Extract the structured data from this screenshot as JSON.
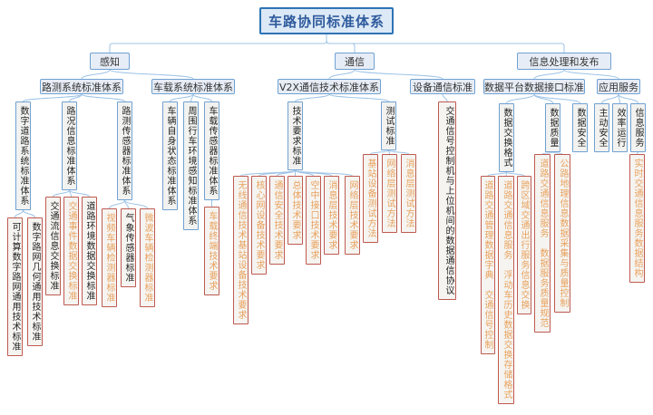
{
  "diagram": {
    "title": "车路协同标准体系",
    "colors": {
      "title_fill": "#DCE9F6",
      "title_border": "#2E74B5",
      "title_text": "#2F5B9D",
      "blue_border": "#6FA1D2",
      "blue_fill": "#E7EDF6",
      "gray_fill": "#F5F4F1",
      "red_border": "#BE5A50",
      "orange_text": "#E9A15C",
      "dark_text": "#222222",
      "connector": "#9DC3E6"
    },
    "tree": {
      "id": "root",
      "kind": "title",
      "label": "车路协同标准体系",
      "children": [
        {
          "id": "ganzhi",
          "kind": "branch",
          "label": "感知",
          "children": [
            {
              "id": "luce_sys",
              "kind": "branch",
              "label": "路测系统标准体系",
              "children": [
                {
                  "id": "szdl",
                  "kind": "cat",
                  "label": "数字道路系统标准体系",
                  "children": [
                    {
                      "id": "kjs",
                      "kind": "leaf-dark",
                      "label": "可计算数字路网通用技术标准"
                    },
                    {
                      "id": "szlw",
                      "kind": "leaf-dark",
                      "label": "数字路网几何通用技术标准"
                    }
                  ]
                },
                {
                  "id": "lkxx",
                  "kind": "cat",
                  "label": "路况信息标准体系",
                  "children": [
                    {
                      "id": "jtl",
                      "kind": "leaf-dark",
                      "label": "交通流信息交换标准"
                    },
                    {
                      "id": "jtsj",
                      "kind": "leaf-orange",
                      "label": "交通事件数据交换标准"
                    },
                    {
                      "id": "dlhj",
                      "kind": "leaf-dark",
                      "label": "道路环境数据交换标准"
                    }
                  ]
                },
                {
                  "id": "lccgq",
                  "kind": "cat",
                  "label": "路测传感器标准体系",
                  "children": [
                    {
                      "id": "spcl",
                      "kind": "leaf-orange",
                      "label": "视频车辆检测器标准"
                    },
                    {
                      "id": "qxcgq",
                      "kind": "leaf-dark",
                      "label": "气象传感器标准"
                    },
                    {
                      "id": "wbcl",
                      "kind": "leaf-orange",
                      "label": "微波车辆检测器标准"
                    }
                  ]
                }
              ]
            },
            {
              "id": "chezai_sys",
              "kind": "branch",
              "label": "车载系统标准体系",
              "children": [
                {
                  "id": "clzs",
                  "kind": "cat",
                  "label": "车辆自身状态标准体系"
                },
                {
                  "id": "zwxc",
                  "kind": "cat",
                  "label": "周围行车环境感知标准体系"
                },
                {
                  "id": "czcgq",
                  "kind": "cat",
                  "label": "车载传感器标准体系",
                  "children": [
                    {
                      "id": "czzd",
                      "kind": "leaf-orange",
                      "label": "车载终端技术要求"
                    }
                  ]
                }
              ]
            }
          ]
        },
        {
          "id": "tongxin",
          "kind": "branch",
          "label": "通信",
          "children": [
            {
              "id": "v2x_sys",
              "kind": "branch",
              "label": "V2X通信技术标准体系",
              "children": [
                {
                  "id": "jsyq",
                  "kind": "cat",
                  "label": "技术要求标准",
                  "children": [
                    {
                      "id": "wxtx",
                      "kind": "leaf-orange",
                      "label": "无线通信技术基站设备技术要求"
                    },
                    {
                      "id": "hxw",
                      "kind": "leaf-orange",
                      "label": "核心网设备技术要求"
                    },
                    {
                      "id": "txaq",
                      "kind": "leaf-orange",
                      "label": "通信安全技术要求"
                    },
                    {
                      "id": "ztjs",
                      "kind": "leaf-orange",
                      "label": "总体技术要求"
                    },
                    {
                      "id": "kzjk",
                      "kind": "leaf-orange",
                      "label": "空中接口技术要求"
                    },
                    {
                      "id": "xxc_js",
                      "kind": "leaf-orange",
                      "label": "消息层技术要求"
                    },
                    {
                      "id": "wlc_js",
                      "kind": "leaf-orange",
                      "label": "网络层技术要求"
                    }
                  ]
                },
                {
                  "id": "csbz",
                  "kind": "cat",
                  "label": "测试标准",
                  "children": [
                    {
                      "id": "jzsb_cs",
                      "kind": "leaf-orange",
                      "label": "基站设备测试方法"
                    },
                    {
                      "id": "wlc_cs",
                      "kind": "leaf-orange",
                      "label": "网络层测试方法"
                    },
                    {
                      "id": "xxc_cs",
                      "kind": "leaf-orange",
                      "label": "消息层测试方法"
                    }
                  ]
                }
              ]
            },
            {
              "id": "shebei_std",
              "kind": "branch",
              "label": "设备通信标准",
              "children": [
                {
                  "id": "jtxh",
                  "kind": "leaf-dark",
                  "label": "交通信号控制机与上位机间的数据通信协议"
                }
              ]
            }
          ]
        },
        {
          "id": "xinxichuli",
          "kind": "branch",
          "label": "信息处理和发布",
          "children": [
            {
              "id": "sjpt_std",
              "kind": "branch",
              "label": "数据平台数据接口标准",
              "children": [
                {
                  "id": "sjjh",
                  "kind": "cat",
                  "label": "数据交换格式",
                  "children": [
                    {
                      "id": "dljt_zd",
                      "kind": "leaf-orange",
                      "label": "道路交通管理数据字典　交通信号控制"
                    },
                    {
                      "id": "dljt_fd",
                      "kind": "leaf-orange",
                      "label": "道路交通信息服务　浮动车历史数据交换存储格式"
                    },
                    {
                      "id": "kqy",
                      "kind": "leaf-orange",
                      "label": "跨区域交通出行服务信息交换"
                    }
                  ]
                },
                {
                  "id": "sjzl",
                  "kind": "cat",
                  "label": "数据质量",
                  "children": [
                    {
                      "id": "dljt_zl",
                      "kind": "leaf-orange",
                      "label": "道路交通信息服务　数据服务质量规范"
                    },
                    {
                      "id": "gldl",
                      "kind": "leaf-orange",
                      "label": "公路地理信息数据采集与质量控制"
                    }
                  ]
                },
                {
                  "id": "sjaq",
                  "kind": "cat",
                  "label": "数据安全"
                }
              ]
            },
            {
              "id": "yingyong",
              "kind": "branch",
              "label": "应用服务",
              "children": [
                {
                  "id": "zdaq",
                  "kind": "cat",
                  "label": "主动安全"
                },
                {
                  "id": "xlyx",
                  "kind": "cat",
                  "label": "效率运行"
                },
                {
                  "id": "xxfw",
                  "kind": "cat",
                  "label": "信息服务",
                  "children": [
                    {
                      "id": "ssjt",
                      "kind": "leaf-orange",
                      "label": "实时交通信息服务数据结构"
                    }
                  ]
                }
              ]
            }
          ]
        }
      ]
    }
  }
}
